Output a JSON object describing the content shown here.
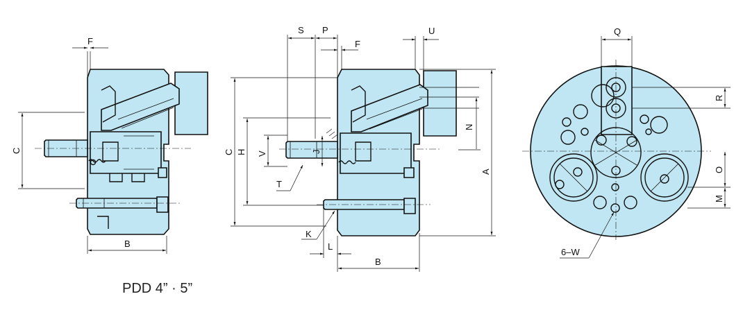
{
  "title": "PDD 4” · 5”",
  "labels": {
    "left_F": "F",
    "left_C": "C",
    "left_B": "B",
    "mid_S": "S",
    "mid_P": "P",
    "mid_F": "F",
    "mid_U": "U",
    "mid_C": "C",
    "mid_H": "H",
    "mid_V": "V",
    "mid_J": "J",
    "mid_T": "T",
    "mid_K": "K",
    "mid_L": "L",
    "mid_B": "B",
    "mid_N": "N",
    "mid_A": "A",
    "right_Q": "Q",
    "right_R": "R",
    "right_O": "O",
    "right_M": "M",
    "right_W": "6–W"
  },
  "colors": {
    "body": "#bfe6f2",
    "line": "#111111"
  }
}
